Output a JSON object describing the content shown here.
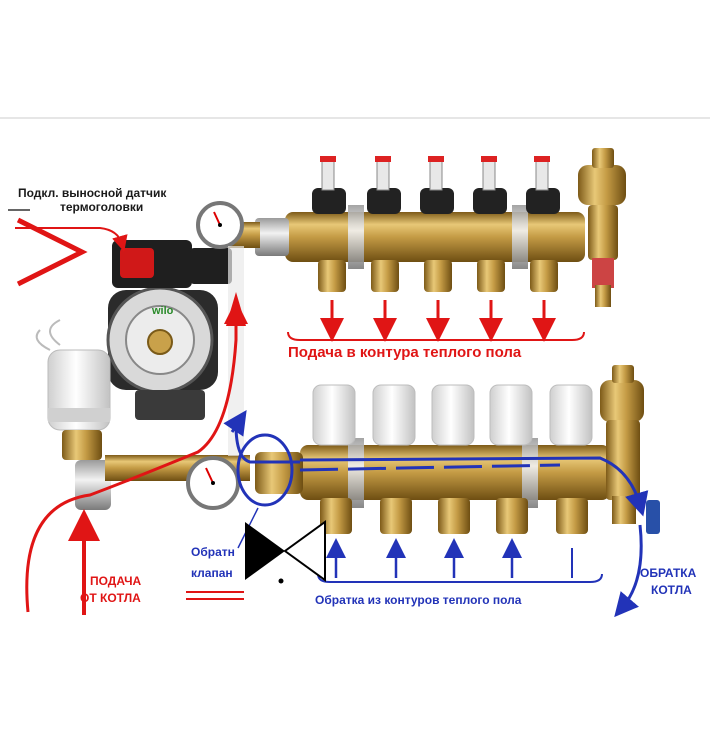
{
  "labels": {
    "sensor_line1": "Подкл. выносной датчик",
    "sensor_line2": "термоголовки",
    "supply_circuits": "Подача в контура теплого пола",
    "supply_boiler_line1": "ПОДАЧА",
    "supply_boiler_line2": "ОТ КОТЛА",
    "check_valve_line1": "Обратн",
    "check_valve_line2": "клапан",
    "return_circuits": "Обратка из контуров теплого пола",
    "return_boiler_line1": "ОБРАТКА",
    "return_boiler_line2": "КОТЛА",
    "pump_brand": "wilo"
  },
  "colors": {
    "supply": "#e01515",
    "return": "#2233b8",
    "brass": "#c9a14a",
    "background": "#ffffff"
  }
}
